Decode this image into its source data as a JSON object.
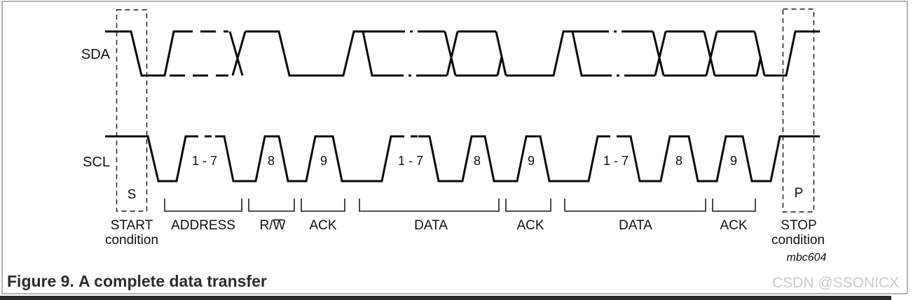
{
  "figure": {
    "label": "Figure 9.",
    "title": "A complete data transfer",
    "ref_code": "mbc604"
  },
  "watermark": "CSDN @SSONICX",
  "signals": {
    "sda": "SDA",
    "scl": "SCL"
  },
  "markers": {
    "start": "S",
    "stop": "P"
  },
  "clock_labels": [
    "1 - 7",
    "8",
    "9",
    "1 - 7",
    "8",
    "9",
    "1 - 7",
    "8",
    "9"
  ],
  "phases": [
    {
      "label": "START",
      "sub": "condition"
    },
    {
      "label": "ADDRESS"
    },
    {
      "label": "R/W"
    },
    {
      "label": "ACK"
    },
    {
      "label": "DATA"
    },
    {
      "label": "ACK"
    },
    {
      "label": "DATA"
    },
    {
      "label": "ACK"
    },
    {
      "label": "STOP",
      "sub": "condition"
    }
  ]
}
